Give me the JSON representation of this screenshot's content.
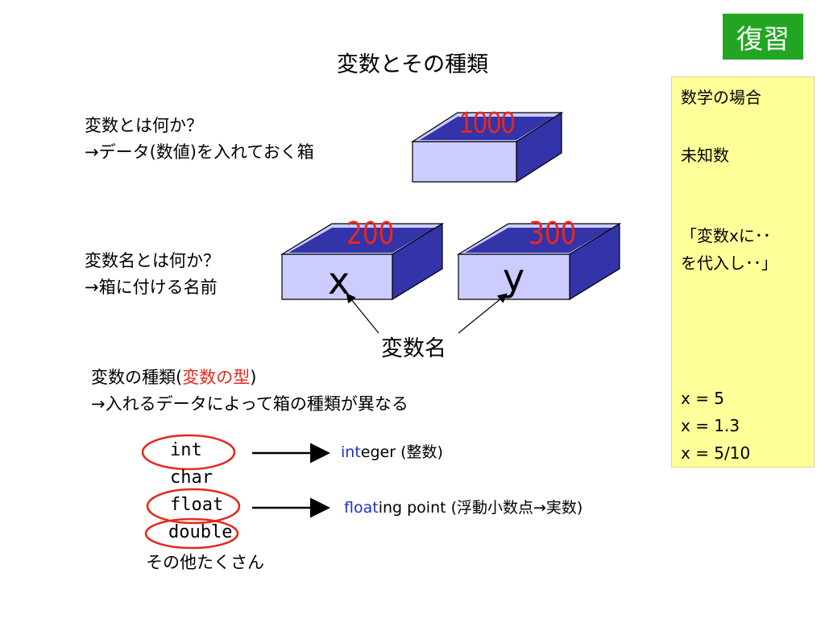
{
  "title": "変数とその種類",
  "badge": "復習",
  "intro": {
    "q1": "変数とは何か？",
    "a1": "→データ(数値)を入れておく箱",
    "q2": "変数名とは何か？",
    "a2": "→箱に付ける名前"
  },
  "boxes": {
    "top_value": "1000",
    "x_value": "200",
    "y_value": "300",
    "x_label": "x",
    "y_label": "y",
    "arrow_caption": "変数名"
  },
  "types": {
    "heading_prefix": "変数の種類(",
    "heading_red": "変数の型",
    "heading_suffix": ")",
    "desc": "→入れるデータによって箱の種類が異なる",
    "int": "int",
    "char": "char",
    "float": "float",
    "double": "double",
    "others": "その他たくさん",
    "int_hl": "int",
    "int_rest": "eger (整数)",
    "float_hl": "float",
    "float_rest": "ing point (浮動小数点→実数)"
  },
  "sidebar": {
    "l1": "数学の場合",
    "l2": "未知数",
    "l3": "「変数xに･･",
    "l4": "を代入し･･」",
    "l5": "x = 5",
    "l6": "x = 1.3",
    "l7": "x = 5/10"
  },
  "colors": {
    "box_front": "#ccccff",
    "box_side": "#3333aa",
    "box_rim": "#ccccff",
    "box_value": "#e8281c",
    "highlight": "#e8281c",
    "keyword_blue": "#1f2fd0",
    "badge_bg": "#22a622",
    "sidebar_bg": "#ffff99"
  }
}
